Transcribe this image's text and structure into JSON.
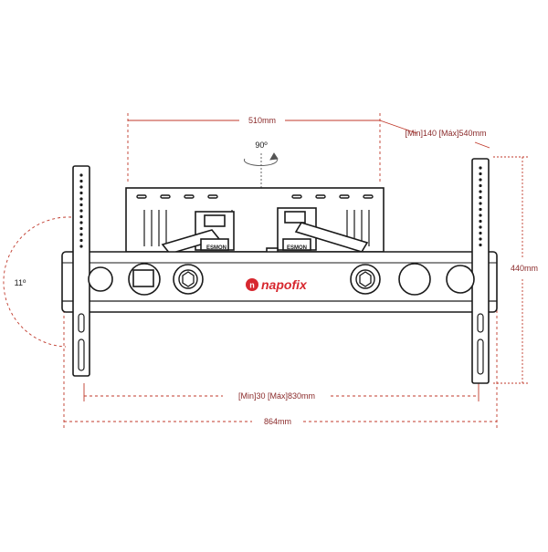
{
  "brand": {
    "name": "napofix",
    "color": "#d7282f"
  },
  "dimensions": {
    "top_width": "510mm",
    "depth_range": "[Min]140 [Máx]540mm",
    "height": "440mm",
    "extension_range": "[Min]30 [Máx]830mm",
    "total_width": "864mm",
    "rotation": "90º",
    "tilt": "11º"
  },
  "bracket_labels": {
    "left": "ESMON",
    "right": "ESMON"
  },
  "colors": {
    "dimension_line": "#c0392b",
    "dimension_text": "#8a2a2a",
    "structure_dark": "#1a1a1a",
    "structure_fill": "#ffffff"
  }
}
